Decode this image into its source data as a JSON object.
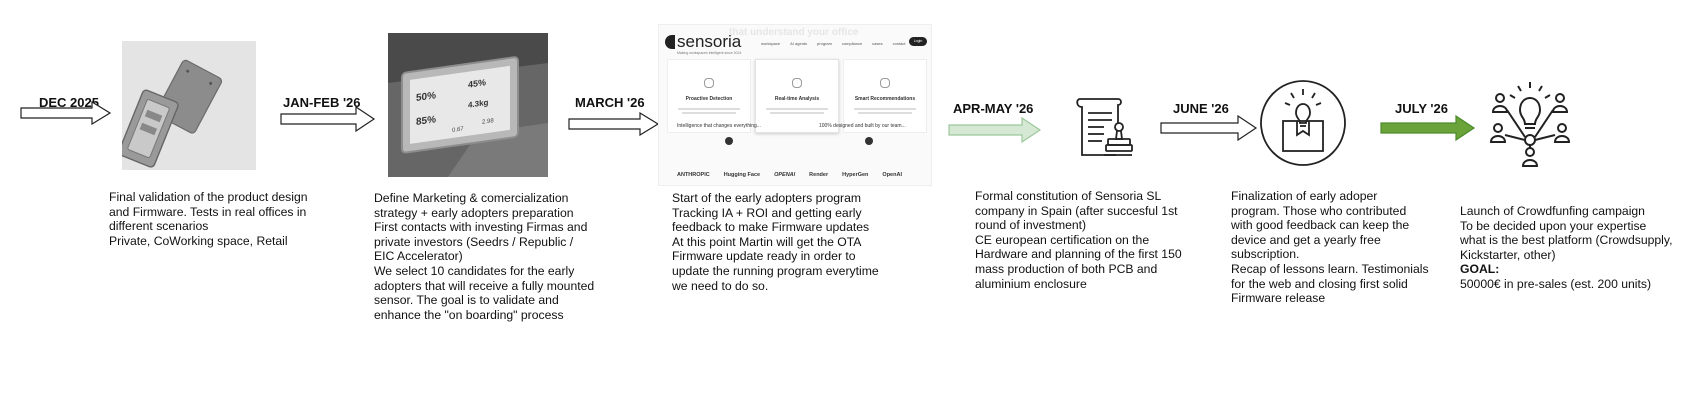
{
  "milestones": [
    {
      "label": "DEC 2025",
      "lines": [
        "Final validation of the product design",
        "and Firmware. Tests in real offices in",
        "different scenarios",
        "Private, CoWorking space, Retail"
      ]
    },
    {
      "label": "JAN-FEB '26",
      "lines": [
        "Define Marketing & comercialization",
        "strategy + early adopters preparation",
        "First contacts with investing Firmas and",
        "private investors (Seedrs / Republic /",
        "EIC Accelerator)",
        "We select 10 candidates for the early",
        "adopters that will receive a fully mounted",
        "sensor. The goal is to validate and",
        "enhance the \"on boarding\" process"
      ]
    },
    {
      "label": "MARCH '26",
      "lines": [
        "Start of the early adopters program",
        "Tracking IA + ROI and getting early",
        "feedback to make Firmware updates",
        "At this point Martin will get the OTA",
        "Firmware update ready in order to",
        "update the running program everytime",
        "we need to do so."
      ]
    },
    {
      "label": "APR-MAY '26",
      "lines": [
        "Formal constitution of Sensoria SL",
        "company in Spain (after succesful 1st",
        "round of investment)",
        "CE european certification on the",
        "Hardware and planning of the first 150",
        "mass production of both PCB and",
        "aluminium enclosure"
      ]
    },
    {
      "label": "JUNE '26",
      "lines": [
        "Finalization of early adoper",
        "program. Those who contributed",
        "with good feedback can keep the",
        "device and get a yearly free",
        "subscription.",
        "Recap of lessons learn. Testimonials",
        "for the web and closing first solid",
        "Firmware release"
      ]
    },
    {
      "label": "JULY '26",
      "lines": [
        "Launch of Crowdfunfing campaign",
        "To be decided upon your expertise",
        "what is the best platform (Crowdsupply,",
        "Kickstarter, other)"
      ],
      "goal_label": "GOAL:",
      "goal_text": "50000€ in pre-sales (est. 200 units)"
    }
  ],
  "screenshot": {
    "ghost": "that understand your office",
    "logo": "sensoria",
    "tagline": "Making workspaces intelligent since 2024",
    "nav": [
      "workspace",
      "AI agents",
      "program",
      "compliance",
      "cases",
      "contact"
    ],
    "nav_button": "Login",
    "cards": [
      "Proactive Detection",
      "Real-time Analysis",
      "Smart Recommendations"
    ],
    "row_left": "Intelligence that changes everything...",
    "row_right": "100% designed and built by our team...",
    "brands": [
      "ANTHROPIC",
      "Hugging Face",
      "OPENAI",
      "Render",
      "HyperGen",
      "OpenAI"
    ]
  },
  "display_panel": {
    "values": [
      "50%",
      "45%",
      "85%",
      "4.3kg",
      "0.67",
      "2.98"
    ]
  },
  "colors": {
    "arrow_outline": "#222222",
    "arrow_light_green": "#d5e8d4",
    "arrow_light_green_stroke": "#9cc89a",
    "arrow_green": "#6aa33a",
    "arrow_green_stroke": "#4d8a2a"
  },
  "icons": [
    "enclosure-photo",
    "display-device-photo",
    "website-screenshot",
    "document-stamp-icon",
    "box-lightbulb-icon",
    "crowdfunding-idea-icon"
  ]
}
